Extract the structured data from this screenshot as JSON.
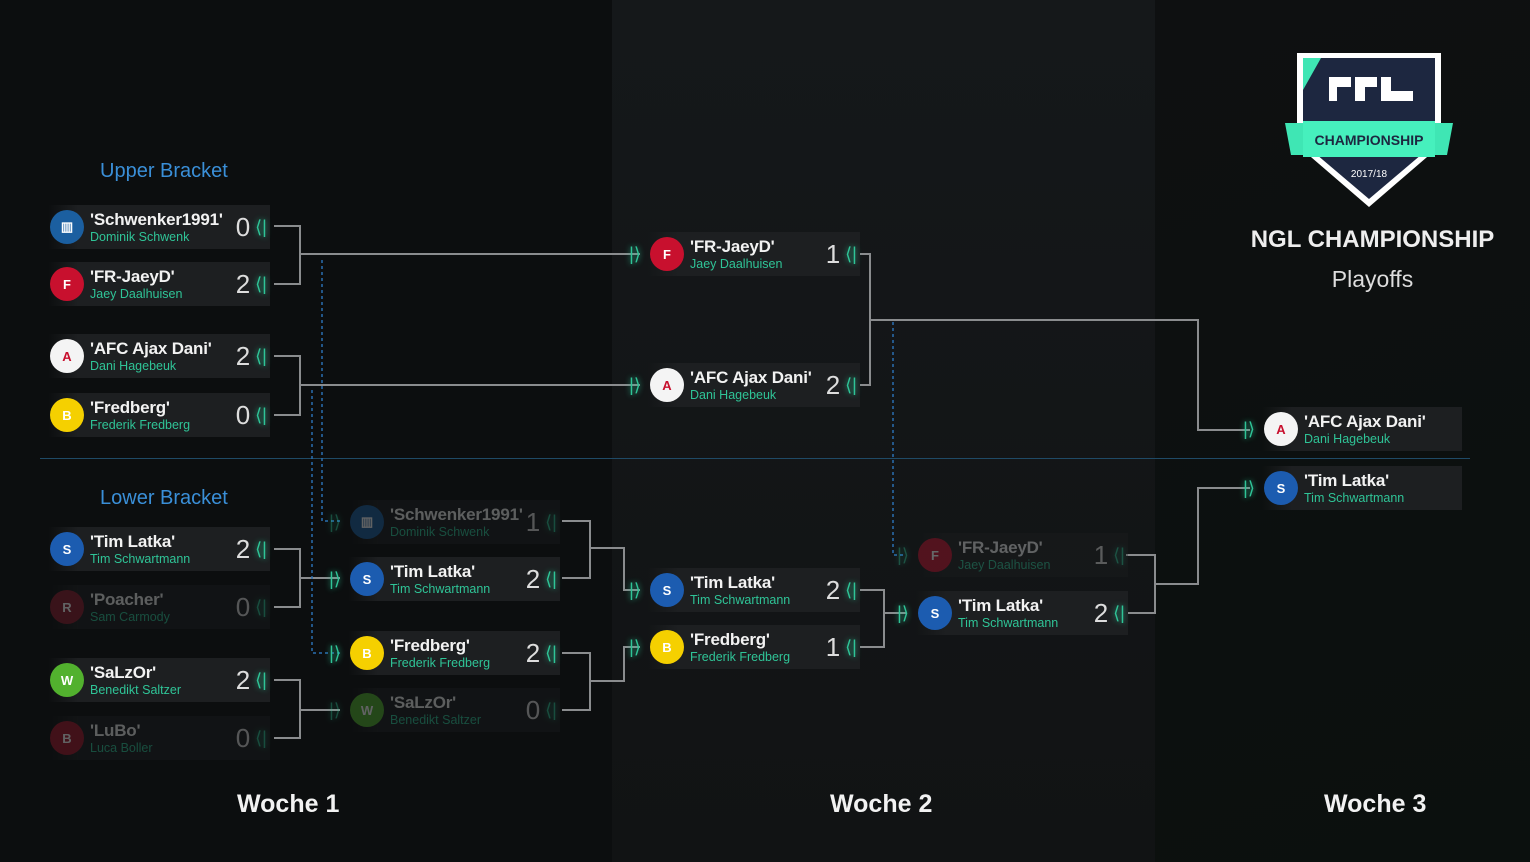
{
  "header": {
    "logo_text": "NGL",
    "logo_banner": "CHAMPIONSHIP",
    "logo_season": "2017/18",
    "title": "NGL CHAMPIONSHIP",
    "subtitle": "Playoffs"
  },
  "labels": {
    "upper": "Upper Bracket",
    "lower": "Lower Bracket"
  },
  "weeks": [
    "Woche 1",
    "Woche 2",
    "Woche 3"
  ],
  "colors": {
    "accent": "#2fc497",
    "bracket_label": "#3a8fd8"
  },
  "matches": [
    {
      "nick": "'Schwenker1991'",
      "name": "Dominik Schwenk",
      "score": "0",
      "logo": "bank-icon",
      "dim": false
    },
    {
      "nick": "'FR-JaeyD'",
      "name": "Jaey Daalhuisen",
      "score": "2",
      "logo": "feyenoord-icon",
      "dim": false
    },
    {
      "nick": "'AFC Ajax Dani'",
      "name": "Dani Hagebeuk",
      "score": "2",
      "logo": "ajax-icon",
      "dim": false
    },
    {
      "nick": "'Fredberg'",
      "name": "Frederik Fredberg",
      "score": "0",
      "logo": "brondby-icon",
      "dim": false
    },
    {
      "nick": "'Tim Latka'",
      "name": "Tim Schwartmann",
      "score": "2",
      "logo": "schalke-icon",
      "dim": false
    },
    {
      "nick": "'Poacher'",
      "name": "Sam Carmody",
      "score": "0",
      "logo": "roma-icon",
      "dim": true
    },
    {
      "nick": "'SaLzOr'",
      "name": "Benedikt Saltzer",
      "score": "2",
      "logo": "wolfsburg-icon",
      "dim": false
    },
    {
      "nick": "'LuBo'",
      "name": "Luca Boller",
      "score": "0",
      "logo": "basel-icon",
      "dim": true
    },
    {
      "nick": "'Schwenker1991'",
      "name": "Dominik Schwenk",
      "score": "1",
      "logo": "bank-icon",
      "dim": true
    },
    {
      "nick": "'Tim Latka'",
      "name": "Tim Schwartmann",
      "score": "2",
      "logo": "schalke-icon",
      "dim": false
    },
    {
      "nick": "'Fredberg'",
      "name": "Frederik Fredberg",
      "score": "2",
      "logo": "brondby-icon",
      "dim": false
    },
    {
      "nick": "'SaLzOr'",
      "name": "Benedikt Saltzer",
      "score": "0",
      "logo": "wolfsburg-icon",
      "dim": true
    },
    {
      "nick": "'FR-JaeyD'",
      "name": "Jaey Daalhuisen",
      "score": "1",
      "logo": "feyenoord-icon",
      "dim": false
    },
    {
      "nick": "'AFC Ajax Dani'",
      "name": "Dani Hagebeuk",
      "score": "2",
      "logo": "ajax-icon",
      "dim": false
    },
    {
      "nick": "'Tim Latka'",
      "name": "Tim Schwartmann",
      "score": "2",
      "logo": "schalke-icon",
      "dim": false
    },
    {
      "nick": "'Fredberg'",
      "name": "Frederik Fredberg",
      "score": "1",
      "logo": "brondby-icon",
      "dim": false
    },
    {
      "nick": "'FR-JaeyD'",
      "name": "Jaey Daalhuisen",
      "score": "1",
      "logo": "feyenoord-icon",
      "dim": true
    },
    {
      "nick": "'Tim Latka'",
      "name": "Tim Schwartmann",
      "score": "2",
      "logo": "schalke-icon",
      "dim": false
    },
    {
      "nick": "'AFC Ajax Dani'",
      "name": "Dani Hagebeuk",
      "score": "",
      "logo": "ajax-icon",
      "dim": false
    },
    {
      "nick": "'Tim Latka'",
      "name": "Tim Schwartmann",
      "score": "",
      "logo": "schalke-icon",
      "dim": false
    }
  ]
}
